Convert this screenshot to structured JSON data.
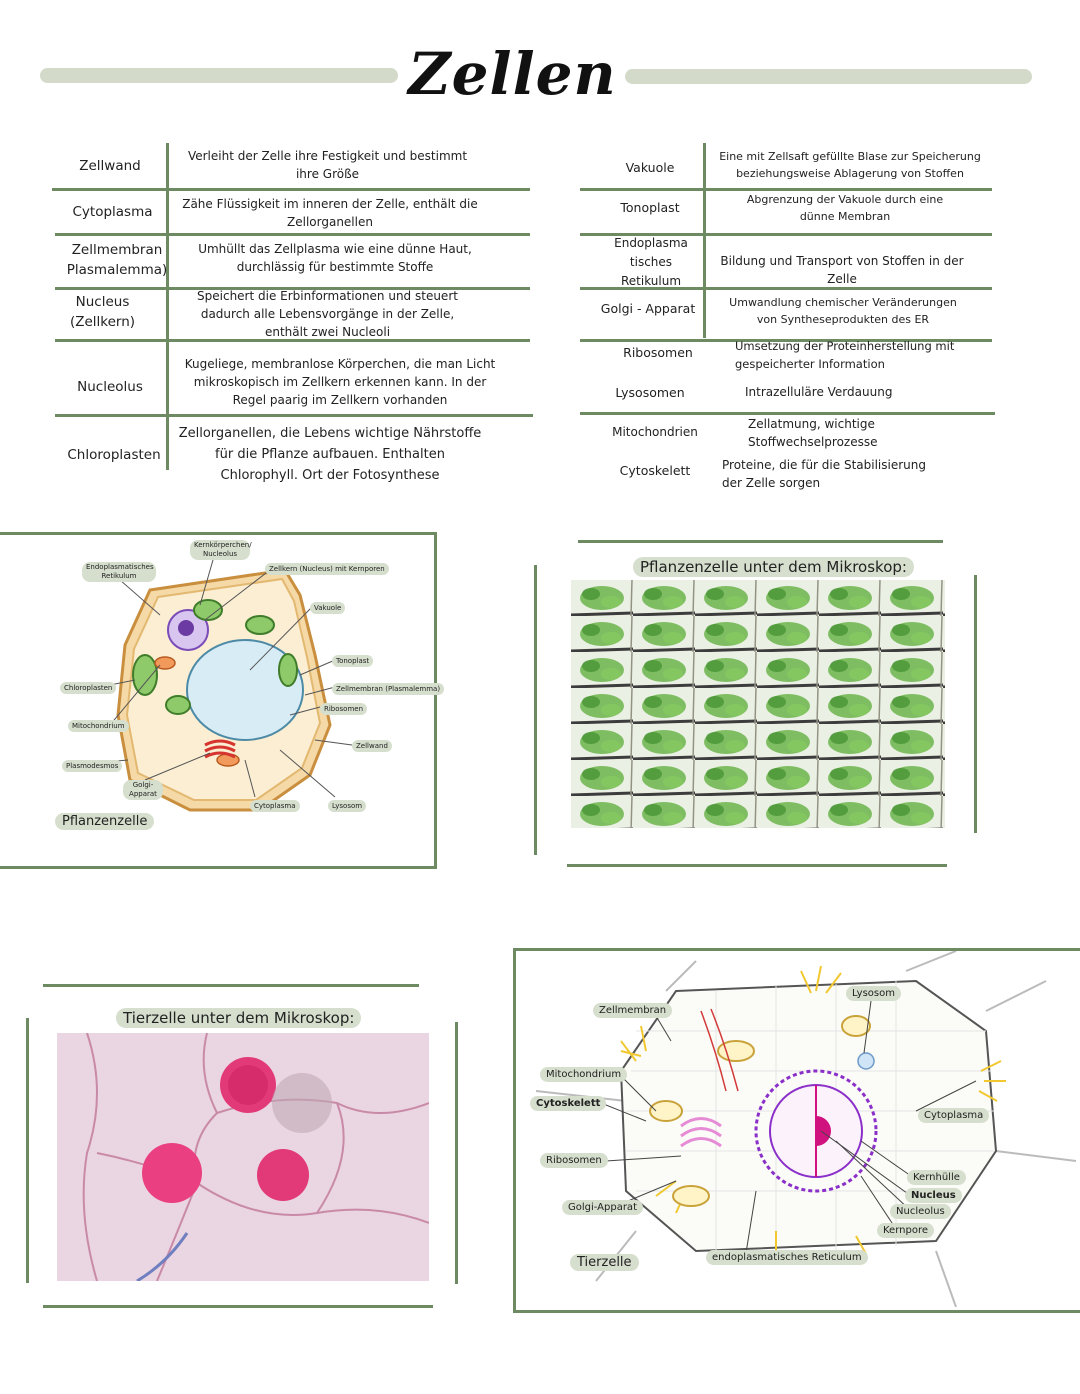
{
  "title": "Zellen",
  "left_table": [
    {
      "term": "Zellwand",
      "def": "Verleiht der Zelle ihre Festigkeit und bestimmt ihre Größe"
    },
    {
      "term": "Cytoplasma",
      "def": "Zähe Flüssigkeit im inneren der Zelle, enthält die Zellorganellen"
    },
    {
      "term": "Zellmembran Plasmalemma)",
      "def": "Umhüllt das Zellplasma wie eine dünne Haut, durchlässig für bestimmte Stoffe"
    },
    {
      "term": "Nucleus (Zellkern)",
      "def": "Speichert die Erbinformationen und steuert dadurch alle Lebensvorgänge in der Zelle, enthält zwei Nucleoli"
    },
    {
      "term": "Nucleolus",
      "def": "Kugeliege, membranlose Körperchen, die man Licht mikroskopisch im Zellkern erkennen kann. In der Regel paarig im Zellkern vorhanden"
    },
    {
      "term": "Chloroplasten",
      "def": "Zellorganellen, die Lebens wichtige Nährstoffe für die Pflanze aufbauen. Enthalten Chlorophyll. Ort der Fotosynthese"
    }
  ],
  "right_table": [
    {
      "term": "Vakuole",
      "def": "Eine mit Zellsaft gefüllte Blase zur Speicherung beziehungsweise Ablagerung von Stoffen"
    },
    {
      "term": "Tonoplast",
      "def": "Abgrenzung der Vakuole durch eine dünne Membran"
    },
    {
      "term": "Endoplasma tisches Retikulum",
      "def": "Bildung und Transport von Stoffen in der Zelle"
    },
    {
      "term": "Golgi - Apparat",
      "def": "Umwandlung chemischer Veränderungen von Syntheseprodukten des ER"
    },
    {
      "term": "Ribosomen",
      "def": "Umsetzung der Proteinherstellung mit gespeicherter Information"
    },
    {
      "term": "Lysosomen",
      "def": "Intrazelluläre Verdauung"
    },
    {
      "term": "Mitochondrien",
      "def": "Zellatmung, wichtige Stoffwechselprozesse"
    },
    {
      "term": "Cytoskelett",
      "def": "Proteine, die für die Stabilisierung der Zelle sorgen"
    }
  ],
  "plant_cell": {
    "caption": "Pflanzenzelle",
    "labels": {
      "er": "Endoplasmatisches Retikulum",
      "kern": "Kernkörperchen/ Nucleolus",
      "zellkern": "Zellkern (Nucleus) mit Kernporen",
      "vakuole": "Vakuole",
      "tonoplast": "Tonoplast",
      "membran": "Zellmembran (Plasmalemma)",
      "ribosomen": "Ribosomen",
      "zellwand": "Zellwand",
      "chloroplasten": "Chloroplasten",
      "mitochondrium": "Mitochondrium",
      "plasmodesmos": "Plasmodesmos",
      "golgi": "Golgi-Apparat",
      "cytoplasma": "Cytoplasma",
      "lysosom": "Lysosom"
    }
  },
  "plant_micro": {
    "title": "Pflanzenzelle unter dem Mikroskop:"
  },
  "animal_micro": {
    "title": "Tierzelle unter dem Mikroskop:"
  },
  "animal_cell": {
    "caption": "Tierzelle",
    "labels": {
      "membran": "Zellmembran",
      "lysosom": "Lysosom",
      "mitochondrium": "Mitochondrium",
      "cytoskelett": "Cytoskelett",
      "cytoplasma": "Cytoplasma",
      "ribosomen": "Ribosomen",
      "kernhuelle": "Kernhülle",
      "nucleus": "Nucleus",
      "nucleolus": "Nucleolus",
      "golgi": "Golgi-Apparat",
      "kernpore": "Kernpore",
      "er": "endoplasmatisches Reticulum"
    }
  },
  "colors": {
    "accent": "#6e8a62",
    "bar": "#d3dac9",
    "tag": "#d6dfcd"
  }
}
